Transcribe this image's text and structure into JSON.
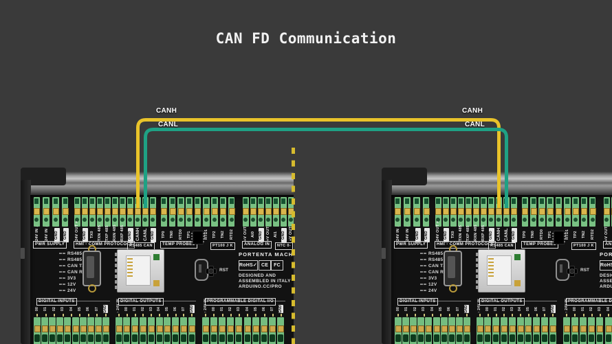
{
  "title": "CAN FD Communication",
  "colors": {
    "background": "#3a3a3a",
    "canh_wire": "#e9c32a",
    "canl_wire": "#1fa184",
    "cut_line": "#d6bb2e",
    "pcb": "#121212",
    "terminal_green": "#79c183",
    "contact_yellow": "#d9b64d"
  },
  "wires": [
    {
      "id": "canh",
      "label": "CANH",
      "color": "#e9c32a"
    },
    {
      "id": "canl",
      "label": "CANL",
      "color": "#1fa184"
    }
  ],
  "board": {
    "product_name": "PORTENTA MACHINE",
    "reset_label": "RST",
    "cert_badges": [
      "RoHS✓",
      "CE",
      "FC"
    ],
    "origin_lines": [
      "DESIGNED AND",
      "ASSEMBLED IN ITALY",
      "ARDUINO.CC/PRO"
    ],
    "status_leds": [
      "RS485 TX",
      "RS485 RX",
      "CAN TX",
      "CAN RX",
      "3V3",
      "12V",
      "24V"
    ],
    "top_sections": [
      {
        "label": "PWR SUPPLY",
        "tag": null,
        "pins": [
          "24V IN",
          "24V IN",
          "GND",
          "GND"
        ],
        "marks": {
          "0": "↓",
          "1": "↓"
        }
      },
      {
        "label": "HMI - COMM PROTOCOLS",
        "tag": "RS485 CAN",
        "pins": [
          "24V OUT",
          "GND",
          "TX0",
          "TXN 485",
          "TXP 485",
          "RXN 485",
          "RXP 485",
          "GND",
          "CANH",
          "CANL",
          "GND"
        ],
        "marks": {
          "0": "+"
        }
      },
      {
        "label": "TEMP PROBES",
        "tag": "PT100 J K",
        "pins": [
          "TP0",
          "TN0",
          "RTD0",
          "TP1",
          "TN1",
          "RTD1",
          "TP2",
          "TN2",
          "RTD2"
        ],
        "marks": {}
      },
      {
        "label": "ANALOG IN",
        "tag": "NTC 0-",
        "pins": [
          "+V OUT",
          "AI0",
          "GND",
          "+V OUT",
          "AI1",
          "GND",
          "+V OUT"
        ],
        "marks": {}
      }
    ],
    "bottom_sections": [
      {
        "label": "DIGITAL INPUTS",
        "pins": [
          "00",
          "01",
          "02",
          "03",
          "04",
          "05",
          "06",
          "07",
          "GND"
        ]
      },
      {
        "label": "DIGITAL OUTPUTS",
        "pins": [
          "↑ 24V IN",
          "00",
          "01",
          "02",
          "03",
          "04",
          "05",
          "06",
          "07",
          "GND"
        ]
      },
      {
        "label": "PROGRAMMABLE DIGITAL I/O",
        "pins": [
          "↑ 24V IN",
          "00",
          "01",
          "02",
          "03",
          "04",
          "05",
          "06",
          "07",
          "GND"
        ]
      }
    ]
  },
  "boards": [
    {
      "name": "machine-control-board-left"
    },
    {
      "name": "machine-control-board-right"
    }
  ]
}
